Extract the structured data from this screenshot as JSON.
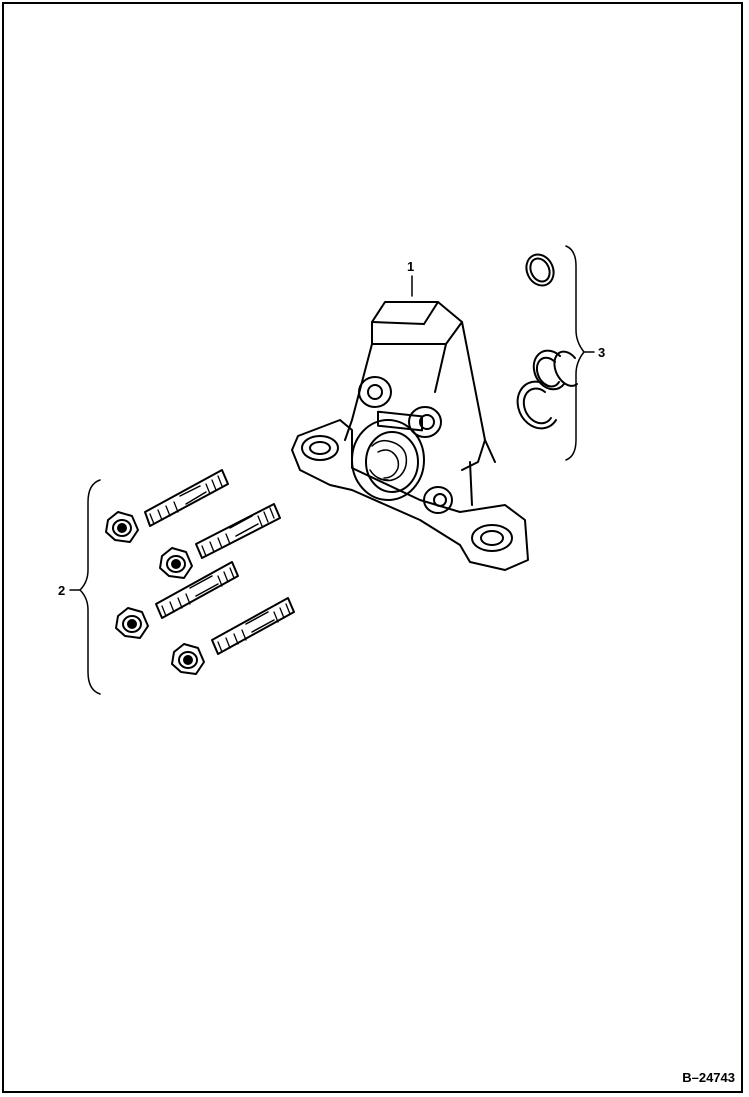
{
  "diagram": {
    "callouts": {
      "housing": "1",
      "studs_and_nuts": "2",
      "o_rings": "3"
    },
    "figure_id": "B–24743",
    "stroke_color": "#000000",
    "background_color": "#ffffff"
  }
}
